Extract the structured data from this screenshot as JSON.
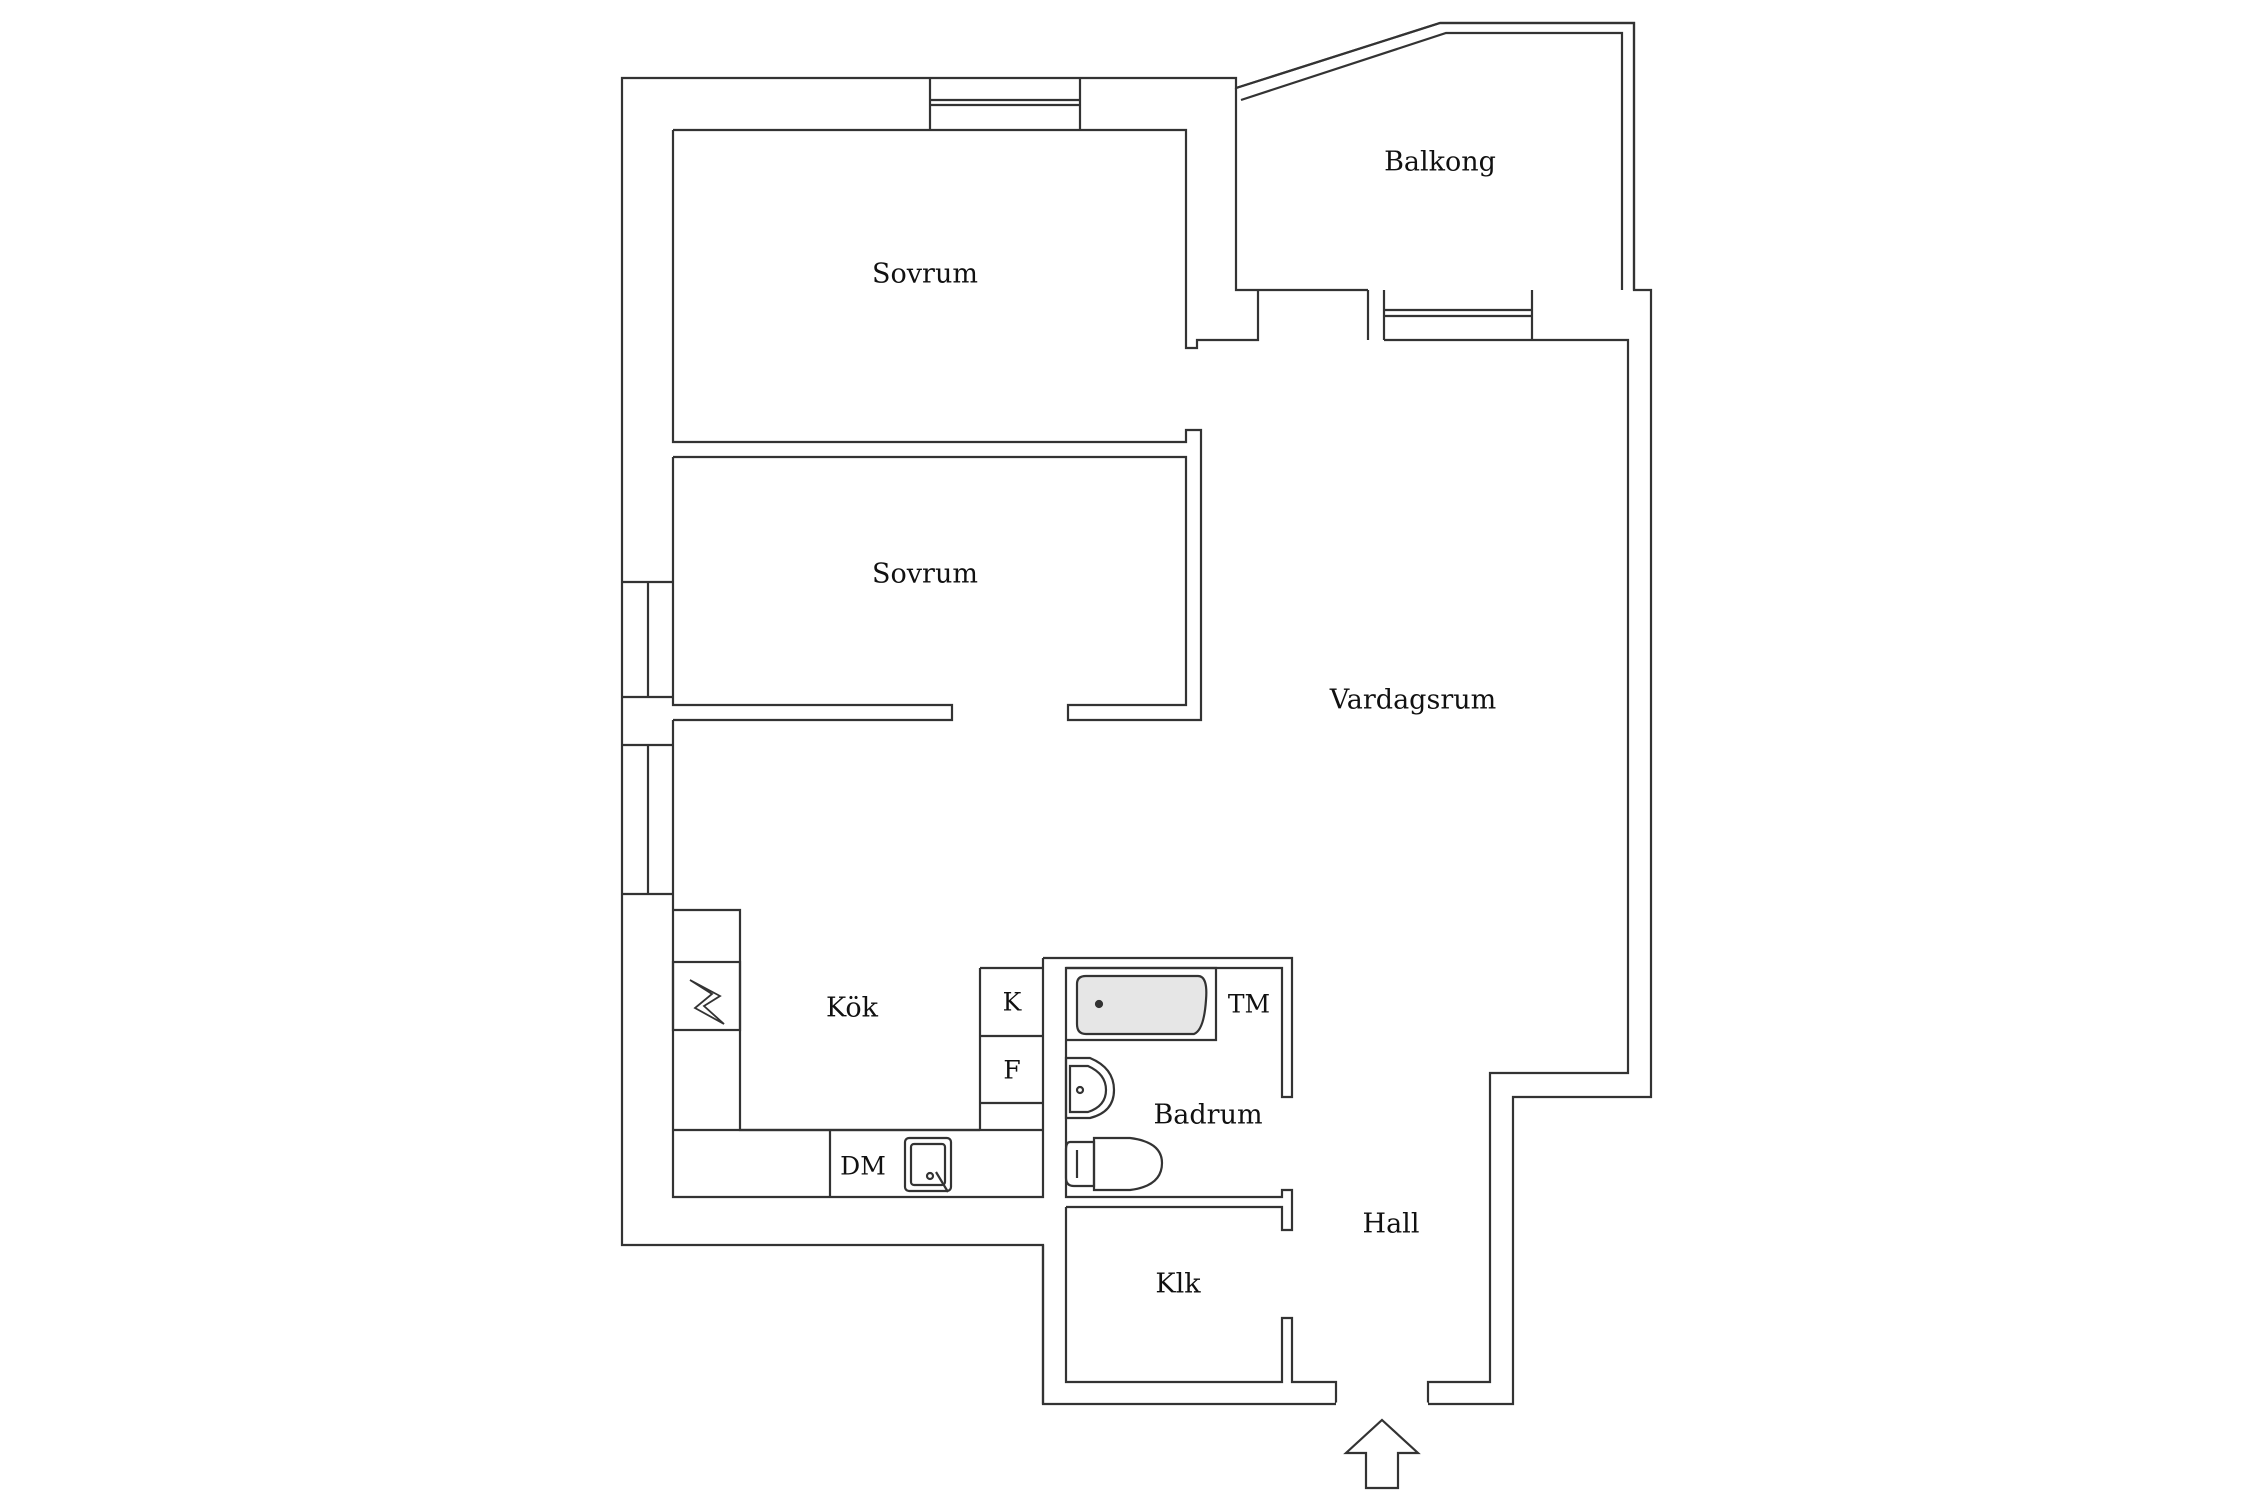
{
  "rooms": {
    "balkong": "Balkong",
    "sovrum_top": "Sovrum",
    "sovrum_middle": "Sovrum",
    "vardagsrum": "Vardagsrum",
    "kok": "Kök",
    "badrum": "Badrum",
    "hall": "Hall",
    "klk": "Klk"
  },
  "fixtures": {
    "kyl": "K",
    "frys": "F",
    "tvattmaskin": "TM",
    "diskmaskin": "DM"
  },
  "colors": {
    "wall_stroke": "#333333",
    "background": "#ffffff",
    "tub_fill": "#e6e6e6"
  },
  "icons": [
    "entrance-arrow-icon",
    "stove-icon",
    "sink-icon",
    "bathtub-icon",
    "washbasin-icon",
    "toilet-icon"
  ]
}
